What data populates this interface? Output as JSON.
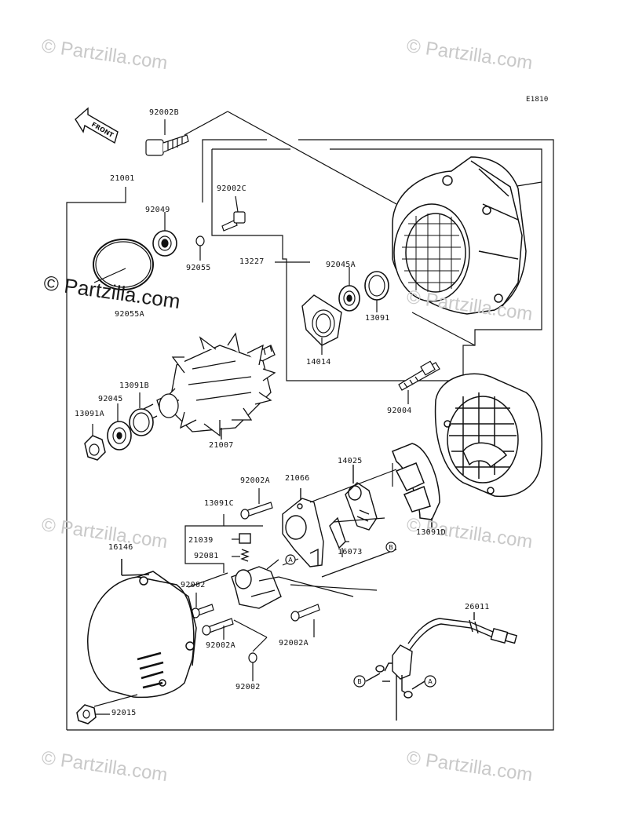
{
  "diagram": {
    "code": "E1810",
    "front_label": "FRONT",
    "watermark": "© Partzilla.com",
    "parts": {
      "p92002B": "92002B",
      "p21001": "21001",
      "p92002C": "92002C",
      "p92049": "92049",
      "p92055": "92055",
      "p13227": "13227",
      "p92045A": "92045A",
      "p92055A": "92055A",
      "p13091": "13091",
      "p14014": "14014",
      "p13091B": "13091B",
      "p92045": "92045",
      "p13091A": "13091A",
      "p92004": "92004",
      "p21007": "21007",
      "p14025": "14025",
      "p92002A_1": "92002A",
      "p21066": "21066",
      "p13091C": "13091C",
      "p21039": "21039",
      "p16073": "16073",
      "p13091D": "13091D",
      "p92081": "92081",
      "p16146": "16146",
      "p92002_1": "92002",
      "p92002A_2": "92002A",
      "p92002A_3": "92002A",
      "p92002_2": "92002",
      "p92015": "92015",
      "p26011": "26011"
    },
    "refs": {
      "a": "A",
      "b": "B"
    }
  }
}
